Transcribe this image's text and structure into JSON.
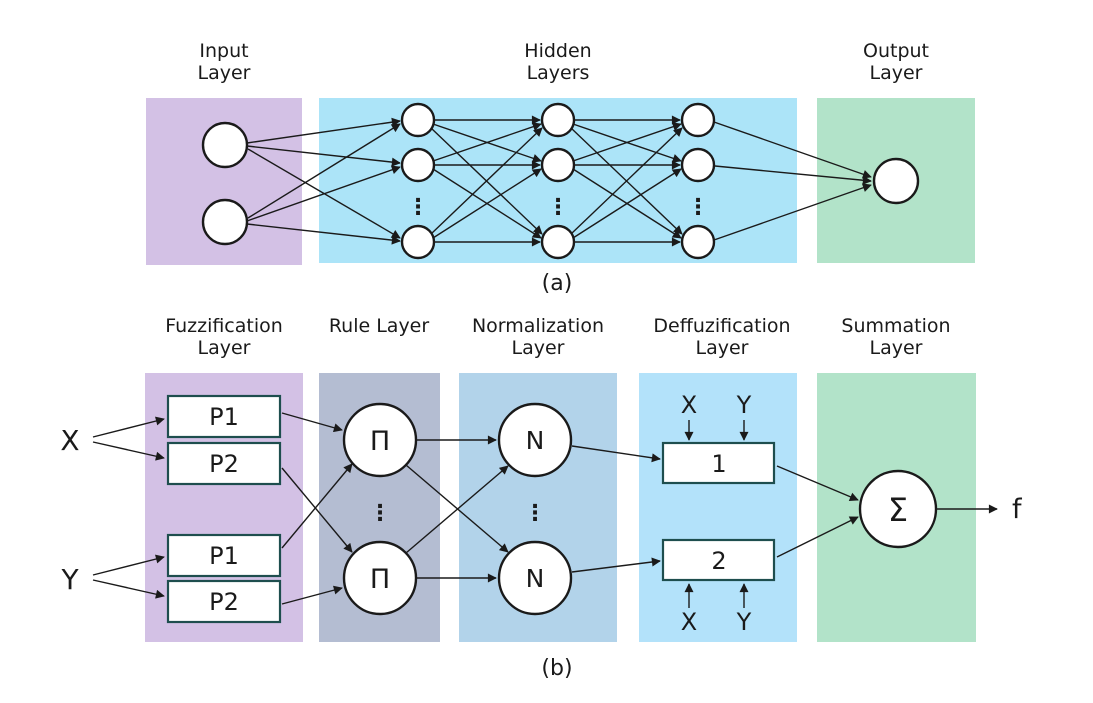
{
  "colors": {
    "background": "#ffffff",
    "line": "#1a1a1a",
    "node_fill": "#ffffff",
    "node_stroke": "#1a1a1a",
    "box_border": "#1e4e4e",
    "input_layer": "#d3c1e5",
    "hidden_layers": "#ace4f8",
    "output_layer": "#b2e3c9",
    "fuzzification_layer": "#d3c1e5",
    "rule_layer": "#b4bdd2",
    "normalization_layer": "#b2d3ea",
    "deffuzification_layer": "#b3e2fa",
    "summation_layer": "#b2e3c9"
  },
  "figure_a": {
    "caption": "(a)",
    "labels": {
      "input": [
        "Input",
        "Layer"
      ],
      "hidden": [
        "Hidden",
        "Layers"
      ],
      "output": [
        "Output",
        "Layer"
      ]
    },
    "ellipsis": "⋮"
  },
  "figure_b": {
    "caption": "(b)",
    "labels": {
      "fuzzification": [
        "Fuzzification",
        "Layer"
      ],
      "rule": [
        "Rule Layer"
      ],
      "normalization": [
        "Normalization",
        "Layer"
      ],
      "deffuzification": [
        "Deffuzification",
        "Layer"
      ],
      "summation": [
        "Summation",
        "Layer"
      ]
    },
    "input_x": "X",
    "input_y": "Y",
    "fuzz_boxes": [
      "P1",
      "P2",
      "P1",
      "P2"
    ],
    "rule_node": "Π",
    "norm_node": "N",
    "deffuz_boxes": [
      "1",
      "2"
    ],
    "aux_top": [
      "X",
      "Y"
    ],
    "aux_bottom": [
      "X",
      "Y"
    ],
    "sum_node": "Σ",
    "output": "f",
    "ellipsis": "⋮"
  }
}
